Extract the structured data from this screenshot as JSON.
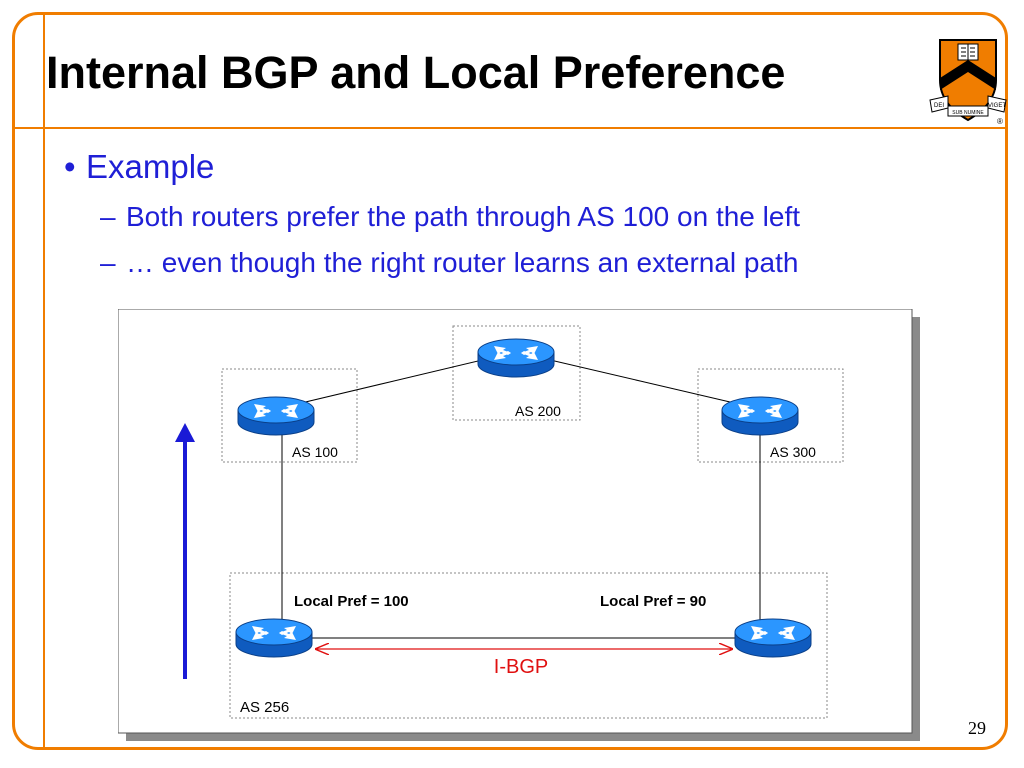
{
  "slide": {
    "title": "Internal BGP and Local Preference",
    "bullet": "Example",
    "subbullets": [
      "Both routers prefer the path through AS 100 on the left",
      "… even though the right router learns an external path"
    ],
    "bullet_symbol": "•",
    "dash_symbol": "–",
    "page_number": "29"
  },
  "logo": {
    "motto_left": "DEI",
    "motto_center": "SUB NUMINE",
    "motto_right": "VIGET",
    "registered": "®"
  },
  "diagram": {
    "as_labels": {
      "as100": "AS 100",
      "as200": "AS 200",
      "as300": "AS 300",
      "as256": "AS 256"
    },
    "local_pref_left": "Local Pref = 100",
    "local_pref_right": "Local Pref = 90",
    "ibgp_label": "I-BGP",
    "colors": {
      "router": "#1a8cff",
      "arrow": "#1a1ad6",
      "ibgp": "#e01010",
      "accent": "#f07d00"
    }
  }
}
